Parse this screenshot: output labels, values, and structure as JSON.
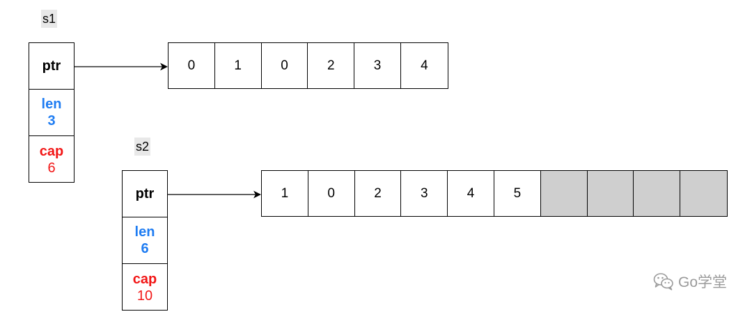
{
  "s1": {
    "name": "s1",
    "ptr_label": "ptr",
    "len_label": "len",
    "len_value": "3",
    "cap_label": "cap",
    "cap_value": "6",
    "array": [
      "0",
      "1",
      "0",
      "2",
      "3",
      "4"
    ]
  },
  "s2": {
    "name": "s2",
    "ptr_label": "ptr",
    "len_label": "len",
    "len_value": "6",
    "cap_label": "cap",
    "cap_value": "10",
    "array": [
      "1",
      "0",
      "2",
      "3",
      "4",
      "5",
      "",
      "",
      "",
      ""
    ]
  },
  "watermark": {
    "text": "Go学堂",
    "icon": "wechat-icon"
  },
  "colors": {
    "len": "#1e7cf2",
    "cap": "#f21616",
    "unused_cell": "#cfcfcf"
  }
}
